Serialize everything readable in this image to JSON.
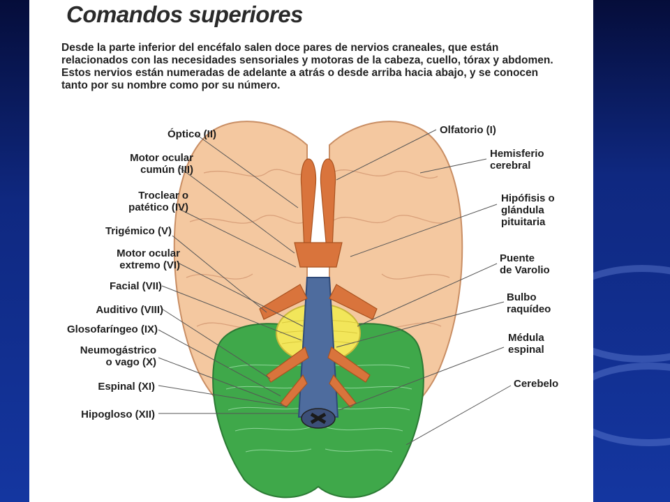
{
  "slide": {
    "title": "Comandos superiores",
    "intro": [
      "Desde la parte inferior del encéfalo salen doce pares de nervios craneales, que están relacionados con las necesidades sensoriales y motoras de la cabeza, cuello, tórax y abdomen.",
      "Estos nervios están numeradas de adelante a atrás o desde arriba hacia abajo, y se conocen tanto por su nombre como por su número."
    ]
  },
  "diagram": {
    "left_labels": {
      "optico": "Óptico (II)",
      "motor_ocular_comun_1": "Motor ocular",
      "motor_ocular_comun_2": "cumún (III)",
      "troclear_1": "Troclear o",
      "troclear_2": "patético (IV)",
      "trigemico": "Trigémico (V)",
      "motor_ocular_externo_1": "Motor ocular",
      "motor_ocular_externo_2": "extremo (VI)",
      "facial": "Facial (VII)",
      "auditivo": "Auditivo (VIII)",
      "glosofaringeo": "Glosofaríngeo (IX)",
      "neumogastrico_1": "Neumogástrico",
      "neumogastrico_2": "o vago (X)",
      "espinal": "Espinal (XI)",
      "hipogloso": "Hipogloso (XII)"
    },
    "right_labels": {
      "olfatorio": "Olfatorio (I)",
      "hemisferio_1": "Hemisferio",
      "hemisferio_2": "cerebral",
      "hipofisis_1": "Hipófisis o",
      "hipofisis_2": "glándula",
      "hipofisis_3": "pituitaria",
      "puente_1": "Puente",
      "puente_2": "de Varolio",
      "bulbo_1": "Bulbo",
      "bulbo_2": "raquídeo",
      "medula_1": "Médula",
      "medula_2": "espinal",
      "cerebelo": "Cerebelo"
    },
    "colors": {
      "cerebrum": "#f4c8a0",
      "cerebrum_stroke": "#c98e64",
      "nerves": "#d9743c",
      "pons": "#f2e65a",
      "cerebellum": "#3fa84a",
      "brainstem": "#4e6c9e",
      "label_lines": "#555555"
    }
  }
}
